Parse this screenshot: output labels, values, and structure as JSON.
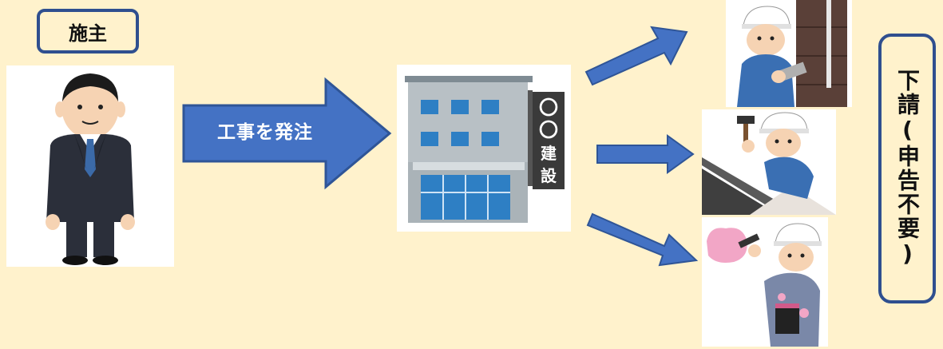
{
  "client": {
    "label": "施主"
  },
  "main_arrow": {
    "label": "工事を発注"
  },
  "building": {
    "sign_chars": [
      "〇",
      "〇",
      "建",
      "設"
    ]
  },
  "subcontract": {
    "label": "下請(申告不要)"
  },
  "colors": {
    "background": "#fff2cc",
    "border": "#2f4f8f",
    "arrow": "#4472c4",
    "arrow_edge": "#2f5597"
  },
  "icons": [
    "businessman-illustration",
    "construction-company-building",
    "plasterer-worker",
    "roofer-worker",
    "painter-worker"
  ]
}
